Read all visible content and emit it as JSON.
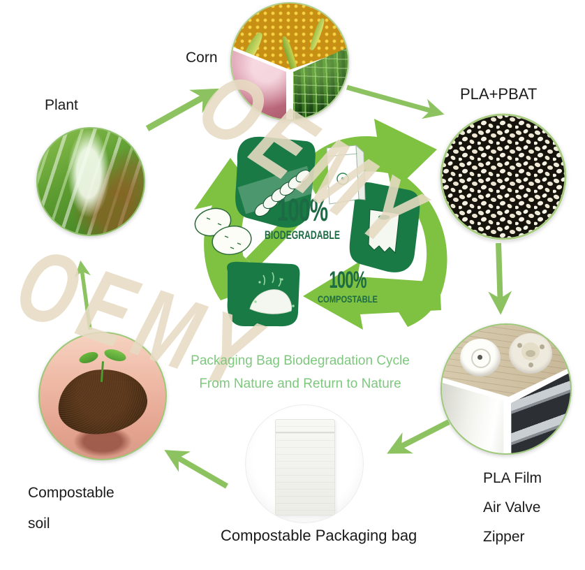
{
  "diagram": {
    "watermark": "OEMY",
    "caption": {
      "line1": "Packaging Bag Biodegradation Cycle",
      "line2": "From Nature and Return to Nature"
    },
    "emblem": {
      "percent_top": "100%",
      "word_top": "BIODEGRADABLE",
      "percent_bottom": "100%",
      "word_bottom": "COMPOSTABLE"
    },
    "labels": {
      "plant": "Plant",
      "corn": "Corn",
      "pla_pbat": "PLA+PBAT",
      "film_line1": "PLA Film",
      "film_line2": "Air Valve",
      "film_line3": "Zipper",
      "soil_line1": "Compostable",
      "soil_line2": "soil",
      "bag": "Compostable Packaging bag"
    },
    "colors": {
      "dark_green": "#1a7a45",
      "emblem_green": "#7fc242",
      "arrow_green": "#8cc360",
      "caption_green": "#7ec87e",
      "watermark_beige": "#e7dbc3",
      "text_black": "#1b1b1b"
    }
  }
}
